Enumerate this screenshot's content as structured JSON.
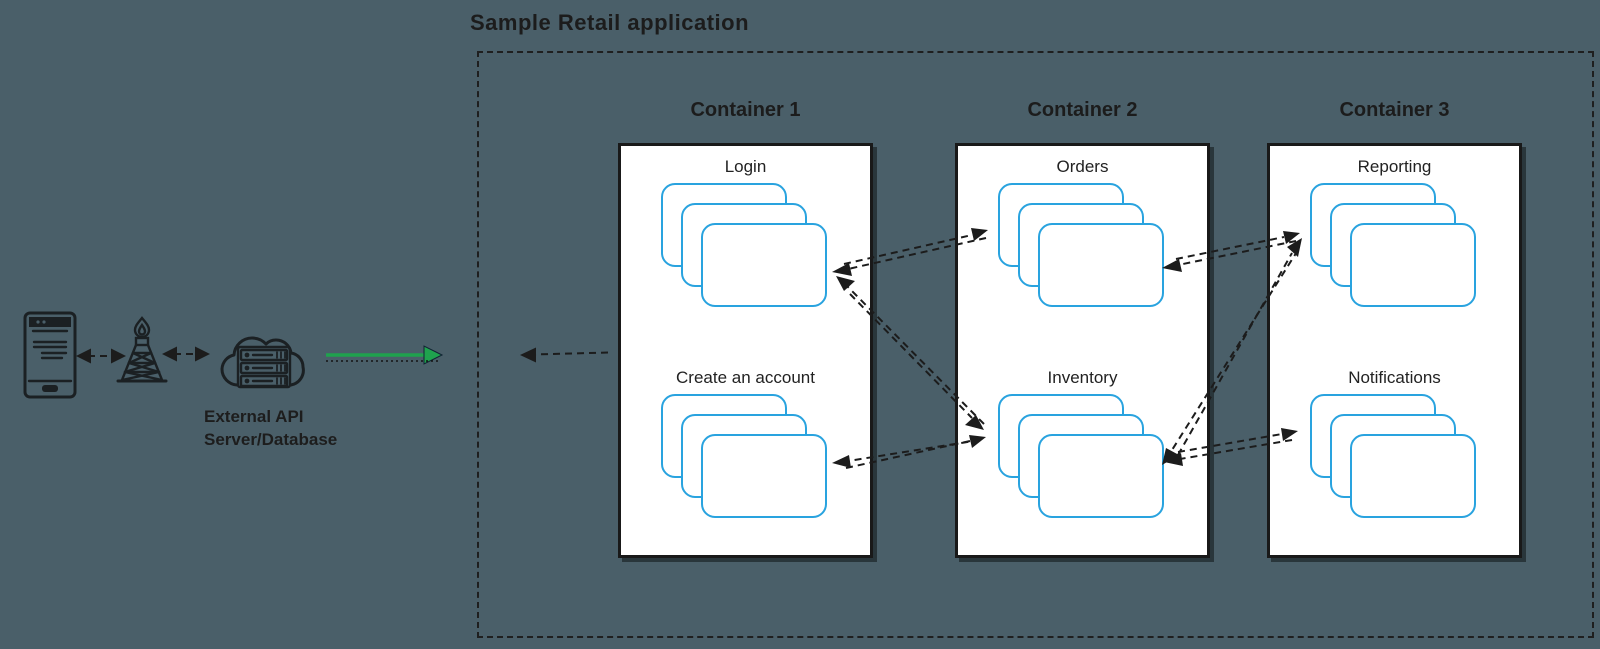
{
  "app_title": "Sample Retail application",
  "external_system": {
    "caption_line1": "External API",
    "caption_line2": "Server/Database",
    "icons": [
      "mobile-device-icon",
      "radio-tower-icon",
      "cloud-server-icon"
    ]
  },
  "containers": [
    {
      "title": "Container 1",
      "features": [
        {
          "label": "Login"
        },
        {
          "label": "Create an account"
        }
      ]
    },
    {
      "title": "Container 2",
      "features": [
        {
          "label": "Orders"
        },
        {
          "label": "Inventory"
        }
      ]
    },
    {
      "title": "Container 3",
      "features": [
        {
          "label": "Reporting"
        },
        {
          "label": "Notifications"
        }
      ]
    }
  ],
  "connections": [
    "Login <-> Orders",
    "Login <-> Inventory",
    "Create an account <-> Inventory",
    "Orders <-> Reporting",
    "Inventory <-> Reporting",
    "Inventory <-> Notifications",
    "Application -> External API",
    "External API -> Application",
    "Mobile <-> Tower",
    "Tower <-> Cloud"
  ],
  "colors": {
    "background": "#4a5f69",
    "card_border": "#29a3df",
    "container_border": "#191919",
    "arrow": "#1c1c1c",
    "green_arrow": "#1fa24e"
  }
}
